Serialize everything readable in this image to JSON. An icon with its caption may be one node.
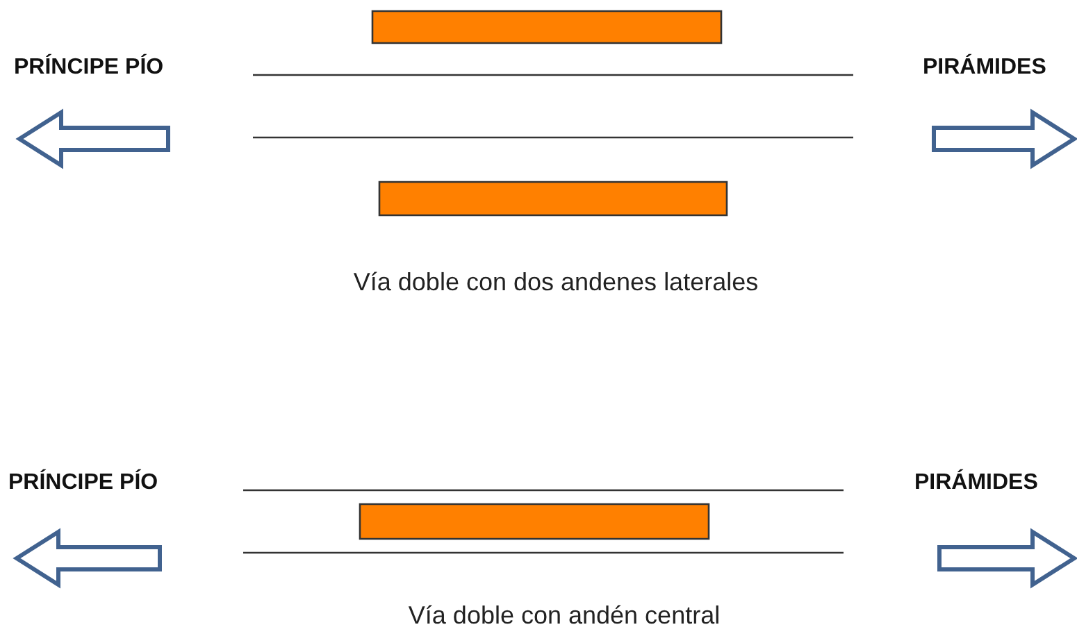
{
  "diagram": {
    "nodes": [
      {
        "text": [],
        "shape": "bar"
      },
      {
        "text": [],
        "shape": "bar"
      },
      {
        "text": [],
        "shape": "bar"
      }
    ],
    "labels": [
      "PRÍNCIPE PÍO",
      "PIRÁMIDES",
      "Vía doble con dos andenes laterales",
      "PRÍNCIPE PÍO",
      "PIRÁMIDES",
      "Vía doble con andén central"
    ]
  }
}
